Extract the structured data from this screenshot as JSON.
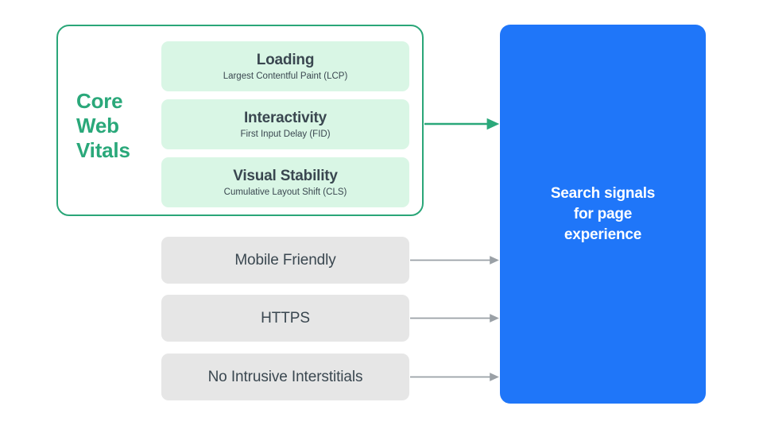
{
  "diagram": {
    "title": "Search signals for page experience",
    "colors": {
      "accent_green": "#2aa87a",
      "mint_card": "#d9f6e5",
      "gray_card": "#e6e6e6",
      "blue_panel": "#1f76f9",
      "text_dark": "#3a4750",
      "arrow_gray": "#9aa0a6",
      "background": "#ffffff"
    }
  },
  "core_web_vitals": {
    "group_label": "Core\nWeb\nVitals",
    "group_label_lines": [
      "Core",
      "Web",
      "Vitals"
    ],
    "metrics": [
      {
        "title": "Loading",
        "subtitle": "Largest Contentful Paint (LCP)"
      },
      {
        "title": "Interactivity",
        "subtitle": "First Input Delay (FID)"
      },
      {
        "title": "Visual Stability",
        "subtitle": "Cumulative Layout Shift (CLS)"
      }
    ]
  },
  "other_signals": [
    {
      "title": "Mobile Friendly"
    },
    {
      "title": "HTTPS"
    },
    {
      "title": "No Intrusive Interstitials"
    }
  ],
  "destination": {
    "text": "Search signals\nfor page\nexperience"
  },
  "connectors": [
    {
      "name": "core-web-vitals-to-destination",
      "color": "#2aa87a",
      "source": "core-web-vitals-group"
    },
    {
      "name": "mobile-friendly-to-destination",
      "color": "#9aa0a6",
      "source": "signal-mobile-friendly"
    },
    {
      "name": "https-to-destination",
      "color": "#9aa0a6",
      "source": "signal-https"
    },
    {
      "name": "no-intrusive-interstitials-to-destination",
      "color": "#9aa0a6",
      "source": "signal-no-intrusive-interstitials"
    }
  ]
}
